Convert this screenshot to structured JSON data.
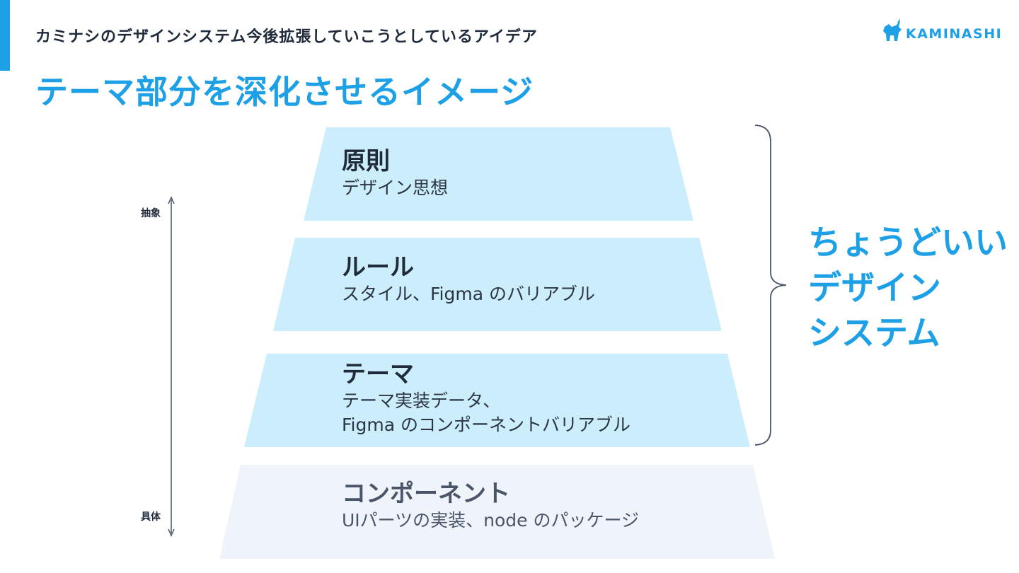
{
  "header": {
    "subtitle": "カミナシのデザインシステム今後拡張していこうとしているアイデア",
    "title": "テーマ部分を深化させるイメージ"
  },
  "logo": {
    "text": "KAMINASHI",
    "color": "#1ea0e6"
  },
  "axis": {
    "top_label": "抽象",
    "bottom_label": "具体"
  },
  "tiers": [
    {
      "title": "原則",
      "desc": [
        "デザイン思想"
      ],
      "fill": "#ccedfb"
    },
    {
      "title": "ルール",
      "desc": [
        "スタイル、Figma のバリアブル"
      ],
      "fill": "#ccedfb"
    },
    {
      "title": "テーマ",
      "desc": [
        "テーマ実装データ、",
        "Figma のコンポーネントバリアブル"
      ],
      "fill": "#ccedfb"
    },
    {
      "title": "コンポーネント",
      "desc": [
        "UIパーツの実装、node のパッケージ"
      ],
      "fill": "#eef4f9"
    }
  ],
  "bracket_label": [
    "ちょうどいい",
    "デザイン",
    "システム"
  ],
  "colors": {
    "accent": "#1ea0e6",
    "text": "#1f2a3a",
    "bracket": "#4a5568"
  }
}
